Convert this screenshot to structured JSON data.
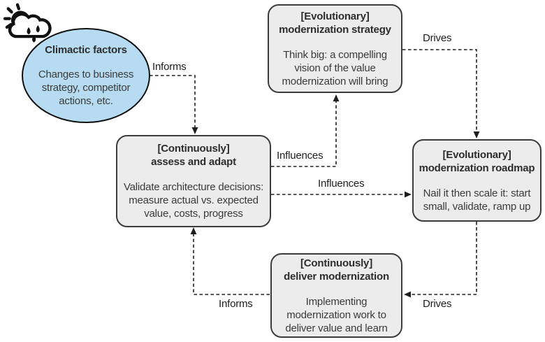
{
  "diagram": {
    "description": "Evolutionary modernization feedback-loop diagram",
    "background": "#ffffff"
  },
  "nodes": {
    "climactic": {
      "title": "Climactic factors",
      "body": "Changes to business\nstrategy, competitor\nactions, etc."
    },
    "strategy": {
      "title": "[Evolutionary]\nmodernization strategy",
      "body": "Think big: a compelling\nvision of the value\nmodernization will bring"
    },
    "roadmap": {
      "title": "[Evolutionary]\nmodernization roadmap",
      "body": "Nail it then scale it: start\nsmall, validate, ramp up"
    },
    "assess": {
      "title": "[Continuously]\nassess and adapt",
      "body": "Validate architecture decisions:\nmeasure actual vs. expected\nvalue, costs, progress"
    },
    "deliver": {
      "title": "[Continuously]\ndeliver modernization",
      "body": "Implementing\nmodernization work to\ndeliver value and learn"
    }
  },
  "edges": [
    {
      "label": "Informs",
      "from": "climactic-factors",
      "to": "assess-and-adapt"
    },
    {
      "label": "Influences",
      "from": "assess-and-adapt",
      "to": "modernization-strategy"
    },
    {
      "label": "Influences",
      "from": "assess-and-adapt",
      "to": "modernization-roadmap"
    },
    {
      "label": "Drives",
      "from": "modernization-strategy",
      "to": "modernization-roadmap"
    },
    {
      "label": "Drives",
      "from": "modernization-roadmap",
      "to": "deliver-modernization"
    },
    {
      "label": "Informs",
      "from": "deliver-modernization",
      "to": "assess-and-adapt"
    }
  ],
  "icons": {
    "weather": "sun-behind-rain-cloud-icon"
  },
  "colors": {
    "box_fill": "#ececec",
    "box_border": "#3c3c3c",
    "ellipse_fill": "#b7dcf2",
    "text": "#3a3a3a",
    "arrow": "#1e1e1e",
    "background": "#ffffff"
  }
}
